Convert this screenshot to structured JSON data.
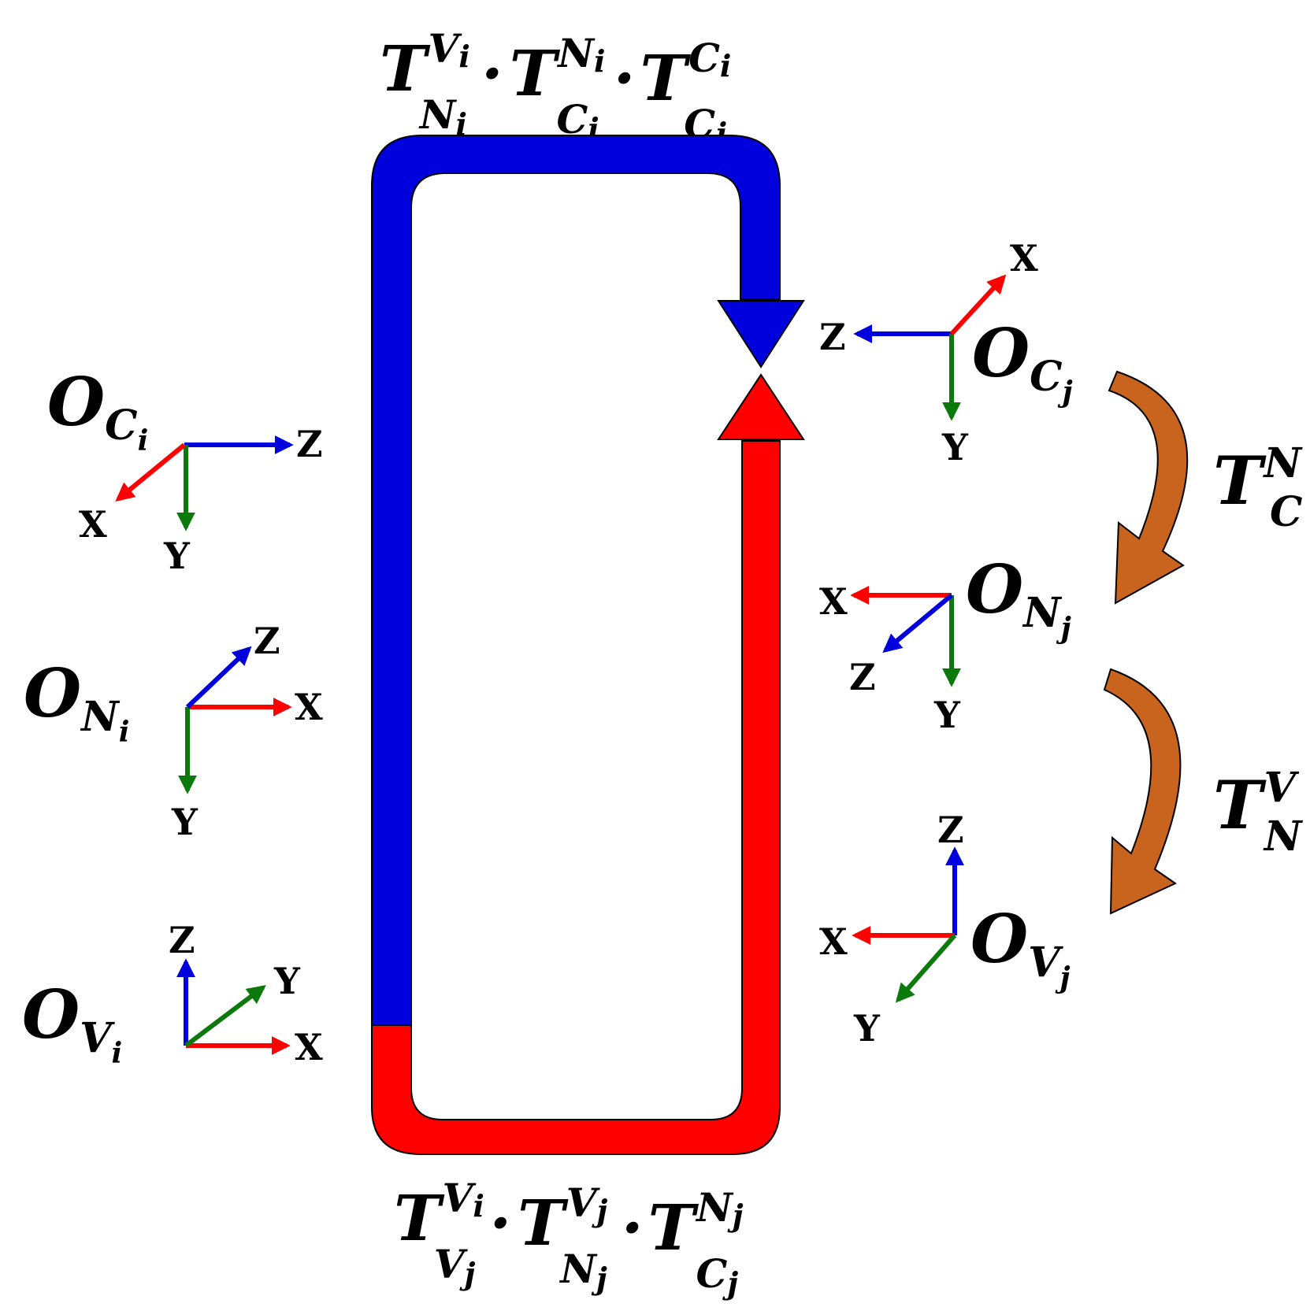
{
  "top_formula": {
    "terms": [
      {
        "base": "T",
        "sup": "V",
        "sup_sub": "i",
        "sub": "N",
        "sub_sub": "i"
      },
      {
        "base": "T",
        "sup": "N",
        "sup_sub": "i",
        "sub": "C",
        "sub_sub": "i"
      },
      {
        "base": "T",
        "sup": "C",
        "sup_sub": "i",
        "sub": "C",
        "sub_sub": "j"
      }
    ],
    "separator": "·"
  },
  "bottom_formula": {
    "terms": [
      {
        "base": "T",
        "sup": "V",
        "sup_sub": "i",
        "sub": "V",
        "sub_sub": "j"
      },
      {
        "base": "T",
        "sup": "V",
        "sup_sub": "j",
        "sub": "N",
        "sub_sub": "j"
      },
      {
        "base": "T",
        "sup": "N",
        "sup_sub": "j",
        "sub": "C",
        "sub_sub": "j"
      }
    ],
    "separator": "·"
  },
  "frames": {
    "oci": {
      "base": "O",
      "sub": "C",
      "sub_sub": "i",
      "x": "X",
      "y": "Y",
      "z": "Z"
    },
    "oni": {
      "base": "O",
      "sub": "N",
      "sub_sub": "i",
      "x": "X",
      "y": "Y",
      "z": "Z"
    },
    "ovi": {
      "base": "O",
      "sub": "V",
      "sub_sub": "i",
      "x": "X",
      "y": "Y",
      "z": "Z"
    },
    "ocj": {
      "base": "O",
      "sub": "C",
      "sub_sub": "j",
      "x": "X",
      "y": "Y",
      "z": "Z"
    },
    "onj": {
      "base": "O",
      "sub": "N",
      "sub_sub": "j",
      "x": "X",
      "y": "Y",
      "z": "Z"
    },
    "ovj": {
      "base": "O",
      "sub": "V",
      "sub_sub": "j",
      "x": "X",
      "y": "Y",
      "z": "Z"
    }
  },
  "transforms": {
    "tcn": {
      "base": "T",
      "sup": "N",
      "sub": "C"
    },
    "tnv": {
      "base": "T",
      "sup": "V",
      "sub": "N"
    }
  },
  "colors": {
    "top_path": "#0000dd",
    "bottom_path": "#ff0000",
    "axis_x": "#ff0000",
    "axis_y": "#0b7a0b",
    "axis_z": "#0000dd",
    "curved_arrow": "#c8641e"
  }
}
